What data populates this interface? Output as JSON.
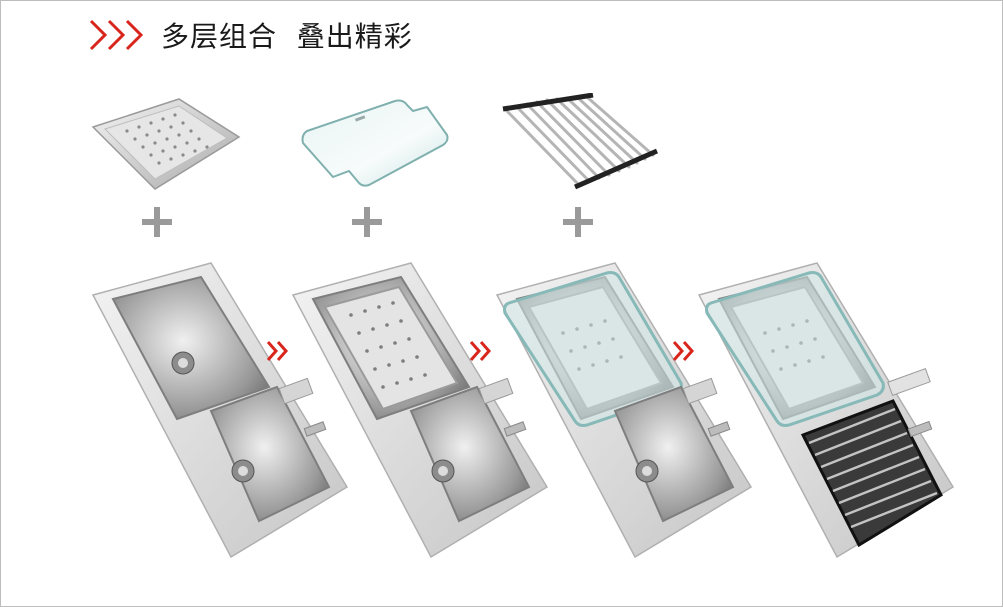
{
  "heading": {
    "title": "多层组合  叠出精彩",
    "chevron_icon": "triple-chevron-right-icon",
    "chevron_color": "#d9261c"
  },
  "accessories": [
    {
      "name": "perforated-steel-tray",
      "icon": "drain-tray-icon"
    },
    {
      "name": "glass-cutting-board",
      "icon": "glass-board-icon"
    },
    {
      "name": "roll-up-drying-rack",
      "icon": "roll-rack-icon"
    }
  ],
  "plus_icon": "plus-icon",
  "plus_color": "#9a9a9a",
  "step_arrow_icon": "double-chevron-right-icon",
  "step_arrow_color": "#d9261c",
  "sinks": [
    {
      "stage": "plain-double-sink"
    },
    {
      "stage": "sink-with-tray"
    },
    {
      "stage": "sink-with-tray-and-glass"
    },
    {
      "stage": "sink-with-tray-glass-and-rack"
    }
  ]
}
